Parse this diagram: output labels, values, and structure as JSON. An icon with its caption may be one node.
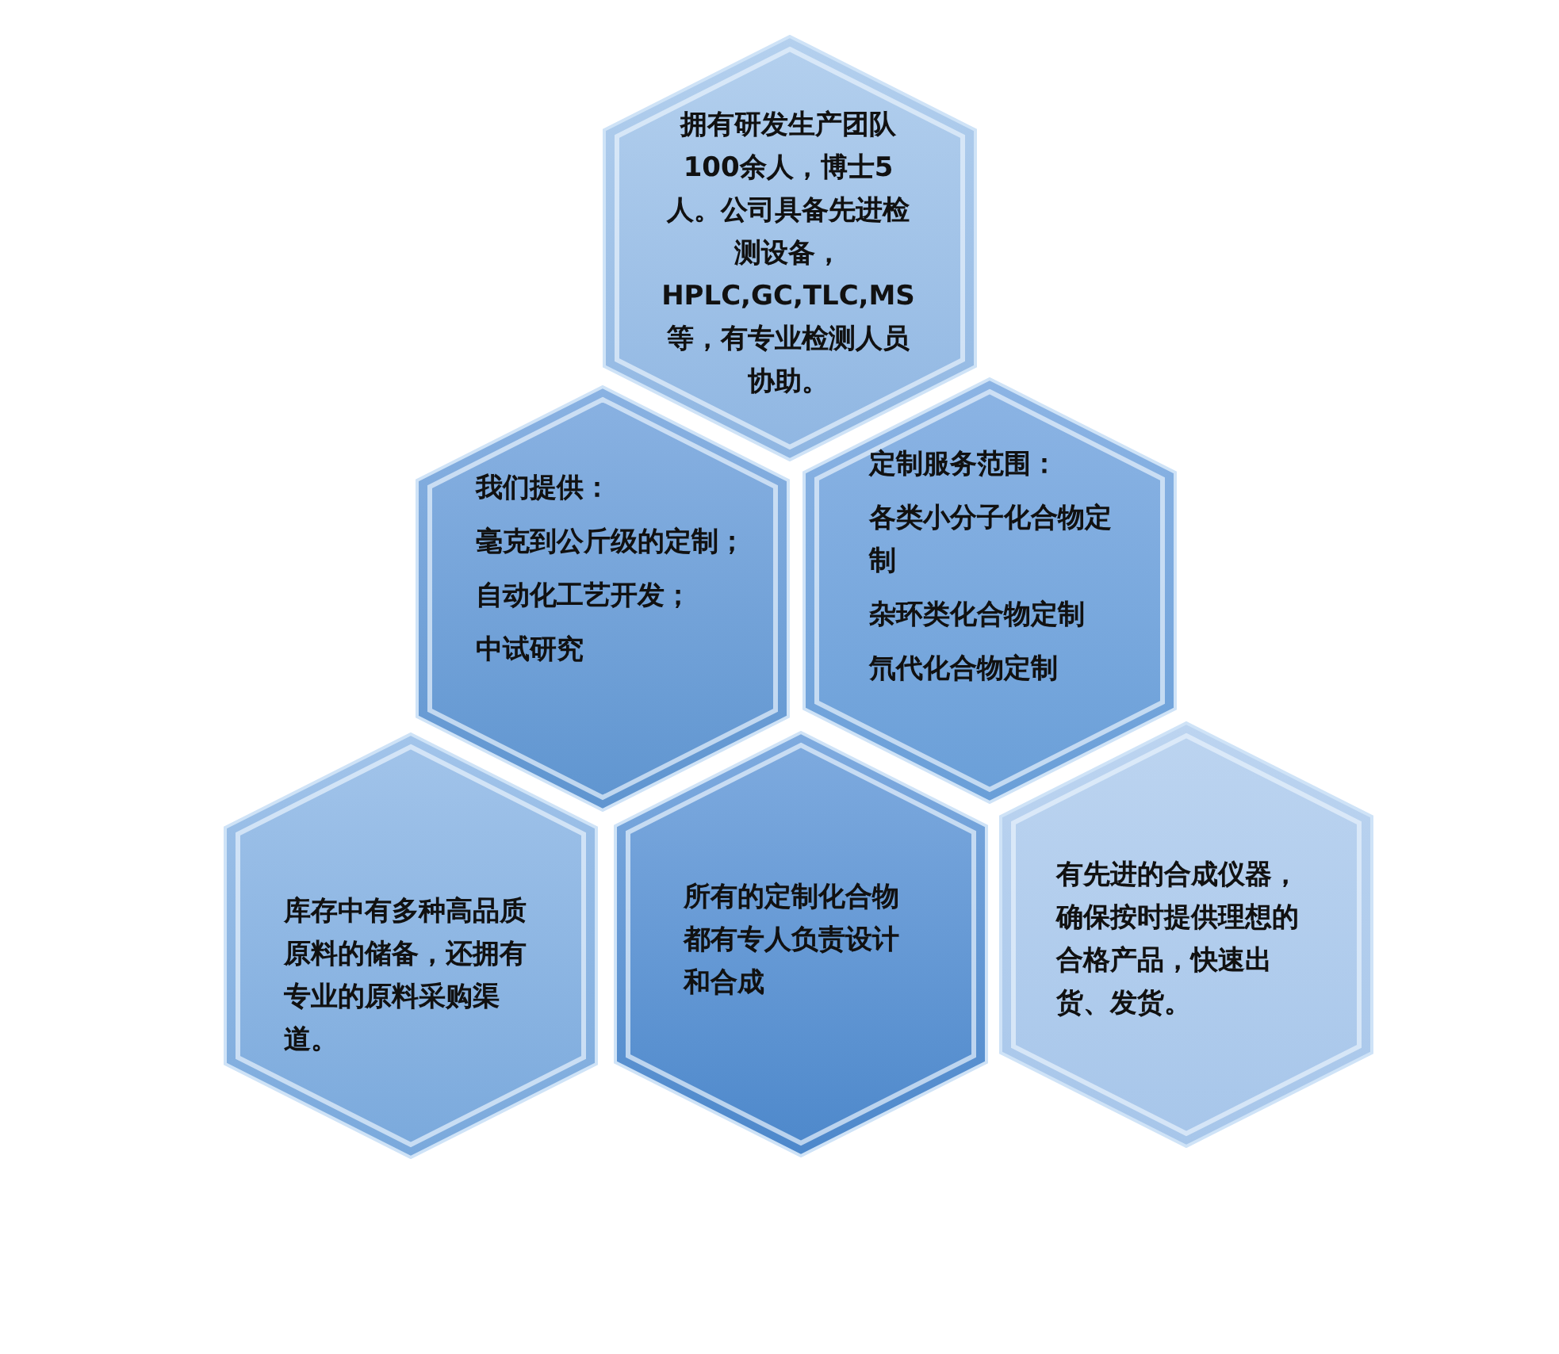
{
  "diagram": {
    "nodes": [
      {
        "text": [
          "拥有研发生产团队100余人，博士5人。公司具备先进检测设备，HPLC,GC,TLC,MS 等，有专业检测人员协助。"
        ]
      },
      {
        "text": [
          "我们提供：",
          "毫克到公斤级的定制；",
          "自动化工艺开发；",
          "中试研究"
        ]
      },
      {
        "text": [
          "定制服务范围：",
          "各类小分子化合物定制",
          "杂环类化合物定制",
          "氘代化合物定制"
        ]
      },
      {
        "text": [
          "库存中有多种高品质原料的储备，还拥有专业的原料采购渠道。"
        ]
      },
      {
        "text": [
          "所有的定制化合物都有专人负责设计和合成"
        ]
      },
      {
        "text": [
          "有先进的合成仪器，确保按时提供理想的合格产品，快速出货、发货。"
        ]
      }
    ]
  }
}
